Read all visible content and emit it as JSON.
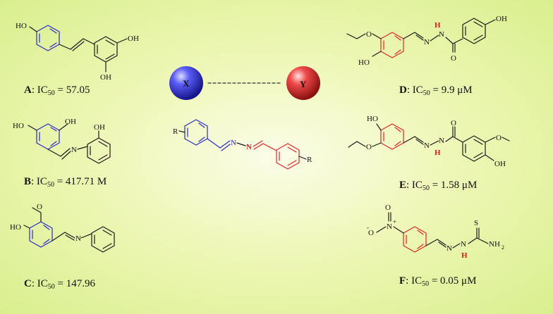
{
  "compounds": [
    {
      "letter": "A",
      "prefix": ": IC",
      "sub": "50",
      "value": " = 57.05"
    },
    {
      "letter": "B",
      "prefix": ": IC",
      "sub": "50",
      "value": " = 417.71 M"
    },
    {
      "letter": "C",
      "prefix": ": IC",
      "sub": "50",
      "value": " = 147.96"
    },
    {
      "letter": "D",
      "prefix": ": IC",
      "sub": "50",
      "value": " = 9.9 μM"
    },
    {
      "letter": "E",
      "prefix": ": IC",
      "sub": "50",
      "value": " = 1.58 μM"
    },
    {
      "letter": "F",
      "prefix": ": IC",
      "sub": "50",
      "value": " = 0.05 μM"
    }
  ],
  "center": {
    "ball_x": "X",
    "ball_y": "Y"
  },
  "atoms": {
    "a_ho": "HO",
    "a_oh1": "OH",
    "a_oh2": "OH",
    "b_ho": "HO",
    "b_oh1": "OH",
    "b_n": "N",
    "b_oh2": "OH",
    "c_o": "O",
    "c_ho": "HO",
    "c_n": "N",
    "d_o": "O",
    "d_ho": "HO",
    "d_n1": "N",
    "d_n2": "N",
    "d_h": "H",
    "d_co": "O",
    "d_oh": "OH",
    "e_ho": "HO",
    "e_o": "O",
    "e_n1": "N",
    "e_n2": "N",
    "e_h": "H",
    "e_co": "O",
    "e_o2": "O",
    "e_oh": "OH",
    "f_o": "O",
    "f_minus": "-",
    "f_n": "N",
    "f_plus": "+",
    "f_on": "O",
    "f_n1": "N",
    "f_n2": "N",
    "f_h": "H",
    "f_s": "S",
    "f_nh2": "NH",
    "f_nh2_sub": "2",
    "g_r1": "R",
    "g_n1": "N",
    "g_n2": "N",
    "g_r2": "R"
  },
  "colors": {
    "blue_ring": "#2b2bc8",
    "red_ring": "#e2242b",
    "hetero_red": "#d41c1c",
    "ball_blue": "#2d2df0",
    "ball_red": "#e8242a",
    "background": "#e4f3a0"
  }
}
